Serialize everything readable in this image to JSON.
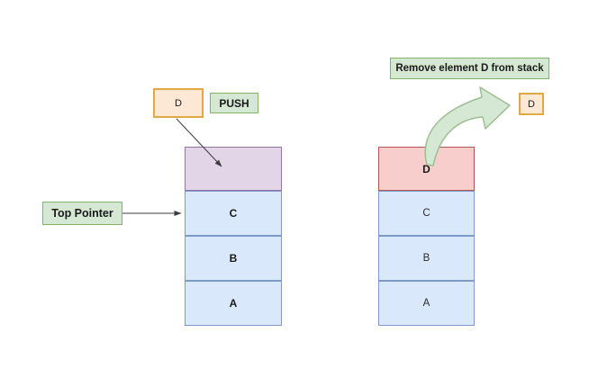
{
  "push_diagram": {
    "new_element": {
      "label": "D"
    },
    "operation": {
      "label": "PUSH"
    },
    "pointer": {
      "label": "Top Pointer"
    },
    "cells": [
      {
        "label": "",
        "note": "empty top slot being pushed into"
      },
      {
        "label": "C"
      },
      {
        "label": "B"
      },
      {
        "label": "A"
      }
    ]
  },
  "pop_diagram": {
    "banner": {
      "label": "Remove element D from stack"
    },
    "removed_element": {
      "label": "D"
    },
    "cells": [
      {
        "label": "D",
        "note": "top element being removed"
      },
      {
        "label": "C"
      },
      {
        "label": "B"
      },
      {
        "label": "A"
      }
    ]
  },
  "colors": {
    "background": "#ffffff",
    "green_fill": "#d5e8d4",
    "green_border": "#82b366",
    "orange_fill": "#fce8d4",
    "orange_border": "#e0a944",
    "purple_fill": "#e1d5e7",
    "purple_border": "#9673a6",
    "blue_fill": "#dae8fc",
    "blue_border": "#7e9ccb",
    "red_fill": "#f8cecc",
    "red_border": "#b85450",
    "arrow_black": "#3d3d3d",
    "arrow_green": "#9cbe90"
  }
}
